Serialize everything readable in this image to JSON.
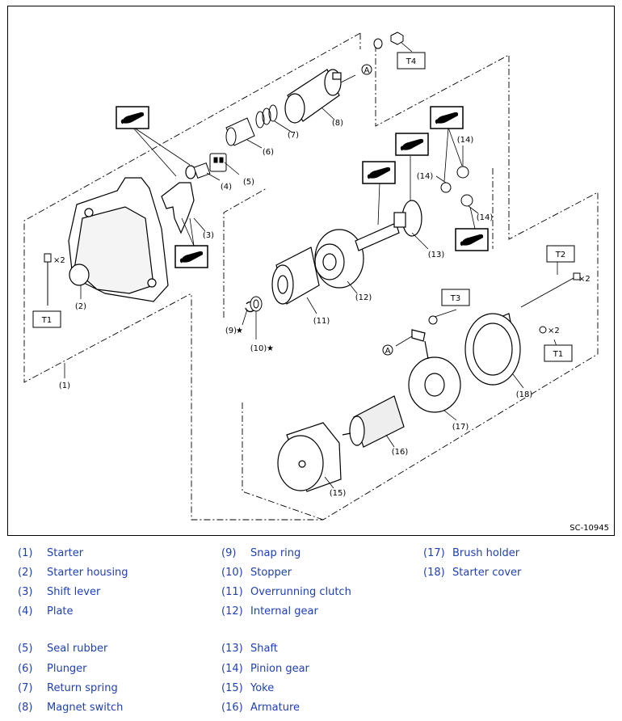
{
  "figure": {
    "code": "SC-10945",
    "torque_labels": [
      "T1",
      "T1",
      "T2",
      "T3",
      "T4"
    ],
    "multipliers": [
      "×2",
      "×2",
      "×2"
    ],
    "ref_mark": "A",
    "callouts": [
      "(1)",
      "(2)",
      "(3)",
      "(4)",
      "(5)",
      "(6)",
      "(7)",
      "(8)",
      "(9)",
      "(10)",
      "(11)",
      "(12)",
      "(13)",
      "(14)",
      "(14)",
      "(14)",
      "(15)",
      "(16)",
      "(17)",
      "(18)"
    ],
    "star_mark": "★"
  },
  "legend": {
    "col1": [
      {
        "num": "(1)",
        "name": "Starter"
      },
      {
        "num": "(2)",
        "name": "Starter housing"
      },
      {
        "num": "(3)",
        "name": "Shift lever"
      },
      {
        "num": "(4)",
        "name": "Plate"
      },
      {
        "num": "(5)",
        "name": "Seal rubber"
      },
      {
        "num": "(6)",
        "name": "Plunger"
      },
      {
        "num": "(7)",
        "name": "Return spring"
      },
      {
        "num": "(8)",
        "name": "Magnet switch"
      }
    ],
    "col2": [
      {
        "num": "(9)",
        "name": "Snap ring"
      },
      {
        "num": "(10)",
        "name": "Stopper"
      },
      {
        "num": "(11)",
        "name": "Overrunning clutch"
      },
      {
        "num": "(12)",
        "name": "Internal gear"
      },
      {
        "num": "(13)",
        "name": "Shaft"
      },
      {
        "num": "(14)",
        "name": "Pinion gear"
      },
      {
        "num": "(15)",
        "name": "Yoke"
      },
      {
        "num": "(16)",
        "name": "Armature"
      }
    ],
    "col3": [
      {
        "num": "(17)",
        "name": "Brush holder"
      },
      {
        "num": "(18)",
        "name": "Starter cover"
      }
    ],
    "color": "#1f3fb4"
  }
}
